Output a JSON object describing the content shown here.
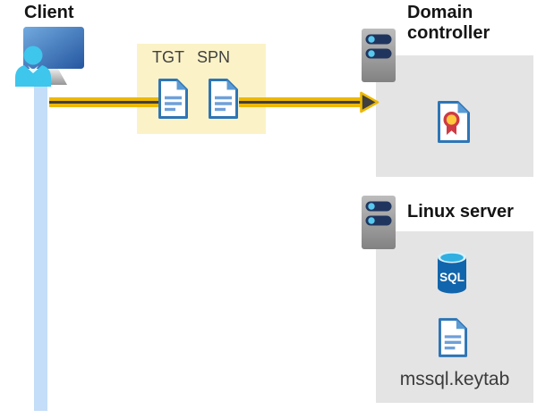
{
  "client": {
    "label": "Client"
  },
  "ticket_box": {
    "tgt": "TGT",
    "spn": "SPN"
  },
  "domain_controller": {
    "label": "Domain controller"
  },
  "linux_server": {
    "label": "Linux server",
    "sql": "SQL",
    "keytab": "mssql.keytab"
  },
  "icons": {
    "client": "monitor-user-icon",
    "ticket": "document-icon",
    "domain_controller": "server-icon",
    "certificate": "certificate-icon",
    "linux_server": "server-icon",
    "database": "sql-database-icon",
    "keytab": "document-icon",
    "flow": "yellow-black-arrow"
  },
  "colors": {
    "title_text": "#151515",
    "secondary_text": "#404040",
    "ticket_box_bg": "#FBF3C7",
    "arrow_yellow": "#EDB800",
    "arrow_dark": "#3F3F3F",
    "panel_bg": "#E4E4E4",
    "document_border": "#2E75B6",
    "document_fold": "#5B9BD5",
    "client_line": "#C4DDF8",
    "person_cyan": "#3EC6ED",
    "sql_body_blue": "#1165AC",
    "sql_top_cyan": "#31AFE1",
    "certificate_red": "#CE3B44",
    "certificate_gold": "#FFC83D",
    "server_pill_navy": "#20355E",
    "server_dot_cyan": "#59C8EE"
  }
}
